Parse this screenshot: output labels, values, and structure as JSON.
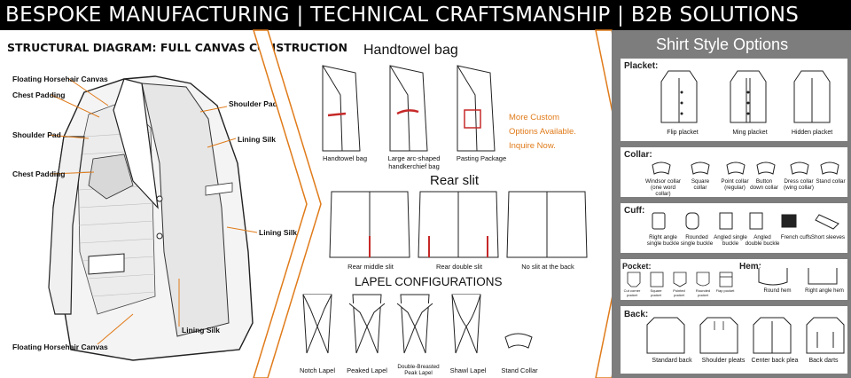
{
  "banner": {
    "text": "BESPOKE MANUFACTURING | TECHNICAL CRAFTSMANSHIP | B2B SOLUTIONS"
  },
  "structural": {
    "title": "STRUCTURAL DIAGRAM: FULL CANVAS CONSTRUCTION",
    "callouts": {
      "floating_top": "Floating Horsehair Canvas",
      "chest_padding_top": "Chest Padding",
      "shoulder_pad_left": "Shoulder Pad",
      "chest_padding_mid": "Chest Padding",
      "shoulder_pad_right": "Shoulder Pad",
      "lining_silk_1": "Lining Silk",
      "lining_silk_2": "Lining Silk",
      "lining_silk_3": "Lining Silk",
      "floating_bottom": "Floating Horsehair Canvas"
    }
  },
  "handtowel": {
    "title": "Handtowel bag",
    "items": [
      "Handtowel bag",
      "Large arc-shaped handkerchief bag",
      "Pasting Package"
    ]
  },
  "custom_note": {
    "line1": "More Custom",
    "line2": "Options Available.",
    "line3": "Inquire Now."
  },
  "rear_slit": {
    "title": "Rear slit",
    "items": [
      "Rear middle slit",
      "Rear double slit",
      "No slit at the back"
    ]
  },
  "lapel": {
    "title": "LAPEL CONFIGURATIONS",
    "items": [
      "Notch Lapel",
      "Peaked Lapel",
      "Double-Breasted Peak Lapel",
      "Shawl Lapel",
      "Stand Collar"
    ]
  },
  "shirt": {
    "title": "Shirt Style Options",
    "placket": {
      "label": "Placket:",
      "items": [
        "Flip placket",
        "Ming placket",
        "Hidden placket"
      ]
    },
    "collar": {
      "label": "Collar:",
      "items": [
        "Windsor collar (one word collar)",
        "Square collar",
        "Point collar (regular)",
        "Button down collar",
        "Dress collar (wing collar)",
        "Stand collar"
      ]
    },
    "cuff": {
      "label": "Cuff:",
      "items": [
        "Right angle single buckle",
        "Rounded single buckle",
        "Angled single buckle",
        "Angled double buckle",
        "French cuffs",
        "Short sleeves"
      ]
    },
    "pocket": {
      "label": "Pocket:",
      "items": [
        "Cut corner pocket",
        "Square pocket",
        "Pointed pocket",
        "Rounded pocket",
        "Flap pocket"
      ]
    },
    "hem": {
      "label": "Hem:",
      "items": [
        "Round hem",
        "Right angle hem"
      ]
    },
    "back": {
      "label": "Back:",
      "items": [
        "Standard back",
        "Shoulder pleats",
        "Center back plea",
        "Back darts"
      ]
    }
  },
  "colors": {
    "accent": "#e07b1a",
    "banner_bg": "#000000",
    "panel_gray": "#7d7d7d",
    "pocket_red": "#c62828"
  }
}
